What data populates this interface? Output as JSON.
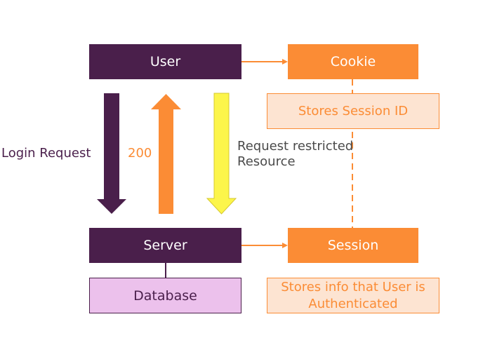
{
  "diagram": {
    "nodes": {
      "user": "User",
      "cookie": "Cookie",
      "stores_session_id": "Stores Session ID",
      "server": "Server",
      "session": "Session",
      "database": "Database",
      "stores_info": "Stores info that User is Authenticated"
    },
    "edges": {
      "login_request": "Login Request",
      "ok_response": "200",
      "restricted_request_line1": "Request restricted",
      "restricted_request_line2": "Resource"
    },
    "colors": {
      "purple": "#4a1f4b",
      "orange": "#fb8c35",
      "yellow": "#fcf54a",
      "light_orange": "#fde4d2",
      "light_purple": "#ecc1ec"
    }
  }
}
